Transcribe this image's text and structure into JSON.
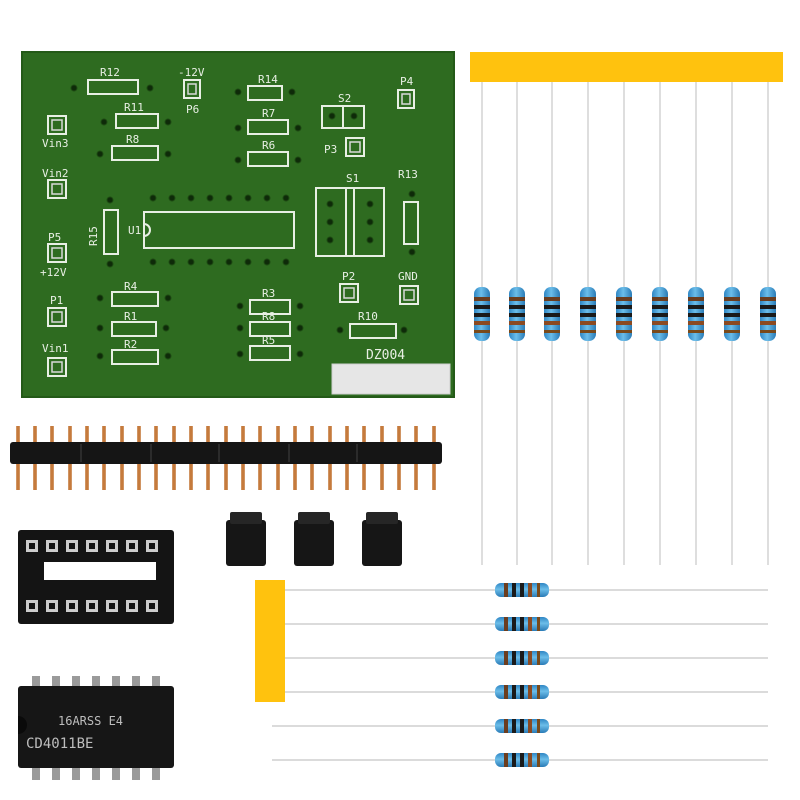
{
  "pcb": {
    "labels": {
      "r12": "R12",
      "m12v": "-12V",
      "p6": "P6",
      "r14": "R14",
      "p4": "P4",
      "r11": "R11",
      "r7": "R7",
      "s2": "S2",
      "vin3": "Vin3",
      "r8a": "R8",
      "r6": "R6",
      "p3": "P3",
      "vin2": "Vin2",
      "s1": "S1",
      "r13": "R13",
      "r15": "R15",
      "u1": "U1",
      "p5": "P5",
      "p12v": "+12V",
      "p2": "P2",
      "gnd": "GND",
      "r4": "R4",
      "r3": "R3",
      "p1": "P1",
      "r1": "R1",
      "r8b": "R8",
      "r10": "R10",
      "vin1": "Vin1",
      "r2": "R2",
      "r5": "R5",
      "dz004": "DZ004"
    }
  },
  "chip": {
    "line1": "16ARSS E4",
    "line2": "CD4011BE"
  },
  "colors": {
    "pcb": "#2e6b20",
    "silk": "#e8efe4",
    "pad": "#c9c9c9",
    "tape": "#ffc20e",
    "resistor": "#4aa3d8",
    "pin": "#b87333",
    "plastic": "#151515"
  }
}
